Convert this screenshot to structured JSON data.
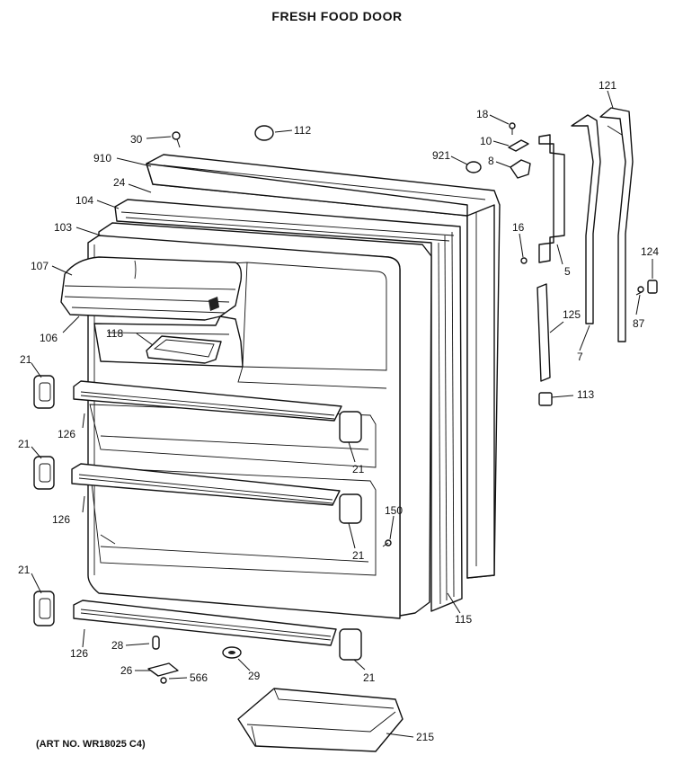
{
  "title": "FRESH FOOD DOOR",
  "art_no": "(ART NO. WR18025 C4)",
  "callouts": [
    {
      "id": "c30",
      "text": "30"
    },
    {
      "id": "c112",
      "text": "112"
    },
    {
      "id": "c910",
      "text": "910"
    },
    {
      "id": "c24",
      "text": "24"
    },
    {
      "id": "c104",
      "text": "104"
    },
    {
      "id": "c103",
      "text": "103"
    },
    {
      "id": "c107",
      "text": "107"
    },
    {
      "id": "c106",
      "text": "106"
    },
    {
      "id": "c118",
      "text": "118"
    },
    {
      "id": "c21a",
      "text": "21"
    },
    {
      "id": "c21b",
      "text": "21"
    },
    {
      "id": "c21c",
      "text": "21"
    },
    {
      "id": "c21d",
      "text": "21"
    },
    {
      "id": "c21e",
      "text": "21"
    },
    {
      "id": "c21f",
      "text": "21"
    },
    {
      "id": "c126a",
      "text": "126"
    },
    {
      "id": "c126b",
      "text": "126"
    },
    {
      "id": "c126c",
      "text": "126"
    },
    {
      "id": "c28",
      "text": "28"
    },
    {
      "id": "c26",
      "text": "26"
    },
    {
      "id": "c566",
      "text": "566"
    },
    {
      "id": "c29",
      "text": "29"
    },
    {
      "id": "c150",
      "text": "150"
    },
    {
      "id": "c115",
      "text": "115"
    },
    {
      "id": "c215",
      "text": "215"
    },
    {
      "id": "c18",
      "text": "18"
    },
    {
      "id": "c10",
      "text": "10"
    },
    {
      "id": "c921",
      "text": "921"
    },
    {
      "id": "c8",
      "text": "8"
    },
    {
      "id": "c16",
      "text": "16"
    },
    {
      "id": "c5",
      "text": "5"
    },
    {
      "id": "c121",
      "text": "121"
    },
    {
      "id": "c124",
      "text": "124"
    },
    {
      "id": "c87",
      "text": "87"
    },
    {
      "id": "c125",
      "text": "125"
    },
    {
      "id": "c7",
      "text": "7"
    },
    {
      "id": "c113",
      "text": "113"
    }
  ]
}
